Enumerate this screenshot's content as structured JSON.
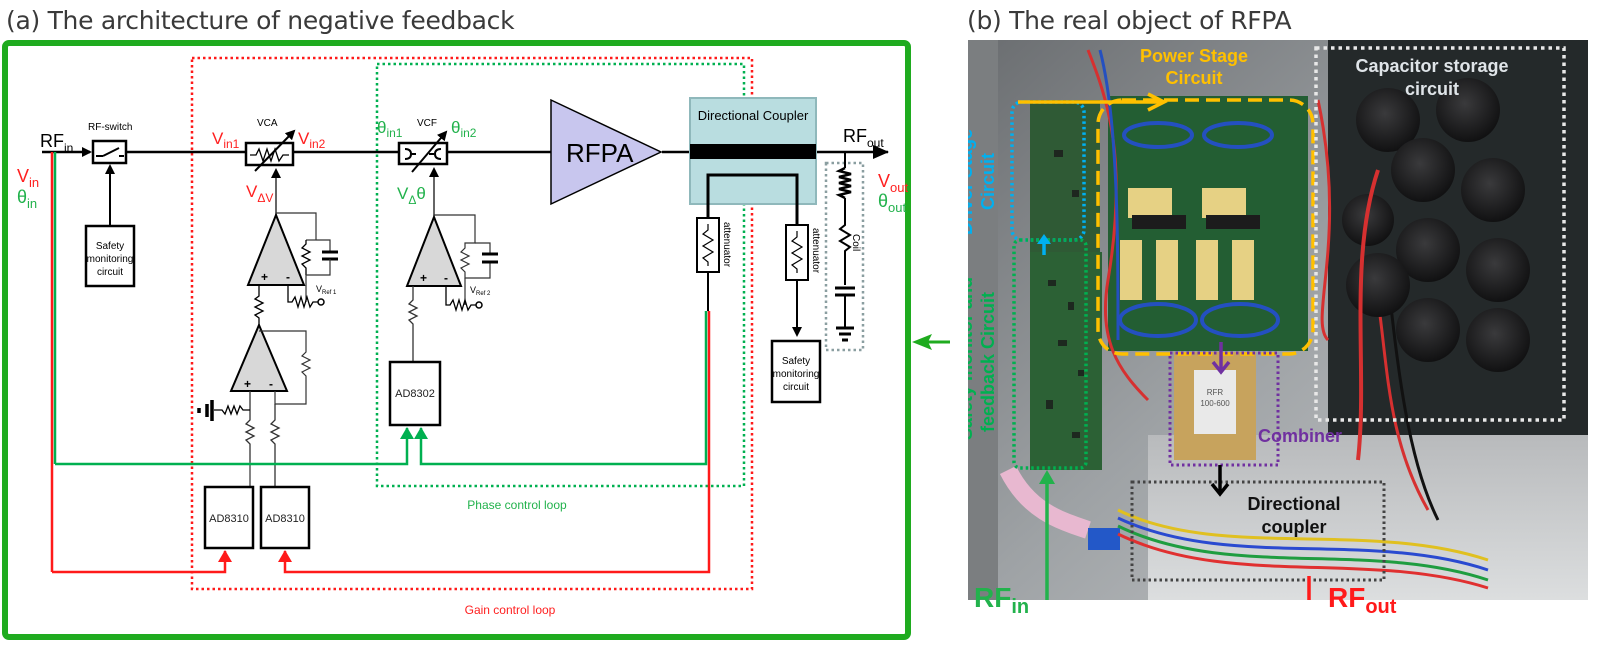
{
  "panel_a": {
    "title": "(a) The architecture of negative feedback",
    "labels": {
      "rf_in": "RF",
      "rf_in_sub": "in",
      "v_in": "V",
      "v_in_sub": "in",
      "theta_in": "θ",
      "theta_in_sub": "in",
      "rf_switch": "RF-switch",
      "safety_1_line1": "Safety",
      "safety_1_line2": "monitoring",
      "safety_1_line3": "circuit",
      "vca": "VCA",
      "vin1": "V",
      "vin1_sub": "in1",
      "vin2": "V",
      "vin2_sub": "in2",
      "v_delta_v": "V",
      "v_delta_v_sub": "ΔV",
      "vref1": "V",
      "vref1_sub": "Ref 1",
      "vcf": "VCF",
      "theta_in1": "θ",
      "theta_in1_sub": "in1",
      "theta_in2": "θ",
      "theta_in2_sub": "in2",
      "v_delta_theta": "V",
      "v_delta_theta_sub": "Δ",
      "v_delta_theta_tail": "θ",
      "vref2": "V",
      "vref2_sub": "Ref 2",
      "rfpa": "RFPA",
      "directional_coupler": "Directional Coupler",
      "rf_out": "RF",
      "rf_out_sub": "out",
      "v_out": "V",
      "v_out_sub": "out",
      "theta_out": "θ",
      "theta_out_sub": "out",
      "attenuator_1": "attenuator",
      "attenuator_2": "attenuator",
      "coil": "Coil",
      "safety_2_line1": "Safety",
      "safety_2_line2": "monitoring",
      "safety_2_line3": "circuit",
      "ad8302": "AD8302",
      "ad8310_a": "AD8310",
      "ad8310_b": "AD8310",
      "phase_loop": "Phase control loop",
      "gain_loop": "Gain control loop",
      "op_plus": "+",
      "op_minus": "-"
    }
  },
  "panel_b": {
    "title": "(b) The real object of RFPA",
    "labels": {
      "power_stage_line1": "Power Stage",
      "power_stage_line2": "Circuit",
      "capacitor_line1": "Capacitor storage",
      "capacitor_line2": "circuit",
      "driver_line1": "Driver Stage",
      "driver_line2": "Circuit",
      "safety_line1": "Safety monitor and",
      "safety_line2": "feedback Circuit",
      "combiner": "Combiner",
      "combiner_chip_line1": "RFR",
      "combiner_chip_line2": "100-600",
      "coupler_line1": "Directional",
      "coupler_line2": "coupler",
      "rf_in": "RF",
      "rf_in_sub": "in",
      "rf_out": "RF",
      "rf_out_sub": "out"
    }
  },
  "colors": {
    "frame_green": "#1fab1f",
    "gain_red": "#ff1a1a",
    "phase_green": "#00b050",
    "label_red": "#ff2020",
    "label_green": "#22b24c",
    "rfpa_fill": "#c8c6ee",
    "coupler_fill": "#b9dde0",
    "power_stage": "#ffc000",
    "driver_stage": "#00b0f0",
    "safety_feedback": "#00b050",
    "combiner": "#7030a0",
    "capacitor": "#e8e8e8"
  }
}
